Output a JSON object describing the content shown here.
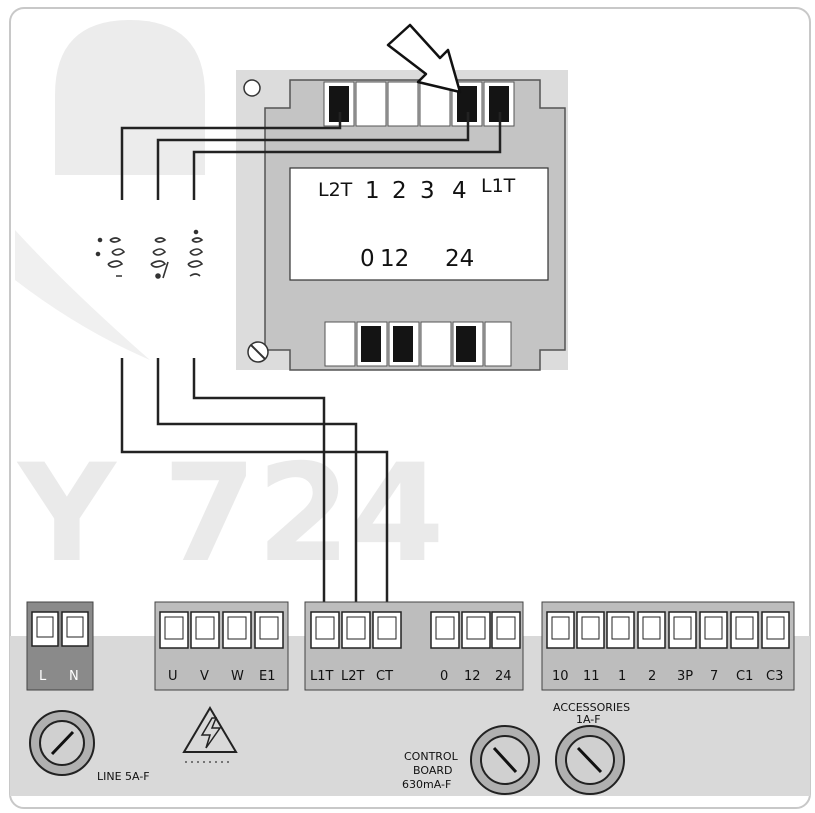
{
  "watermark_text": "Y 724",
  "transformer": {
    "top_labels": [
      "L2T",
      "1",
      "2",
      "3",
      "4",
      "L1T"
    ],
    "bottom_labels": [
      "0",
      "12",
      "24"
    ]
  },
  "blocks": {
    "line": {
      "labels": [
        "L",
        "N"
      ]
    },
    "motor": {
      "labels": [
        "U",
        "V",
        "W",
        "E1"
      ]
    },
    "transformer_terminals": {
      "labels": [
        "L1T",
        "L2T",
        "CT",
        "0",
        "12",
        "24"
      ]
    },
    "accessories_terminals": {
      "labels": [
        "10",
        "11",
        "1",
        "2",
        "3P",
        "7",
        "C1",
        "C3"
      ]
    }
  },
  "fuses": {
    "line": "LINE 5A-F",
    "control": [
      "CONTROL",
      "BOARD",
      "630mA-F"
    ],
    "accessories": [
      "ACCESSORIES",
      "1A-F"
    ]
  },
  "colors": {
    "board": "#d9d9d9",
    "dark": "#141414",
    "wire": "#222222",
    "watermark": "#e6e6e6"
  }
}
